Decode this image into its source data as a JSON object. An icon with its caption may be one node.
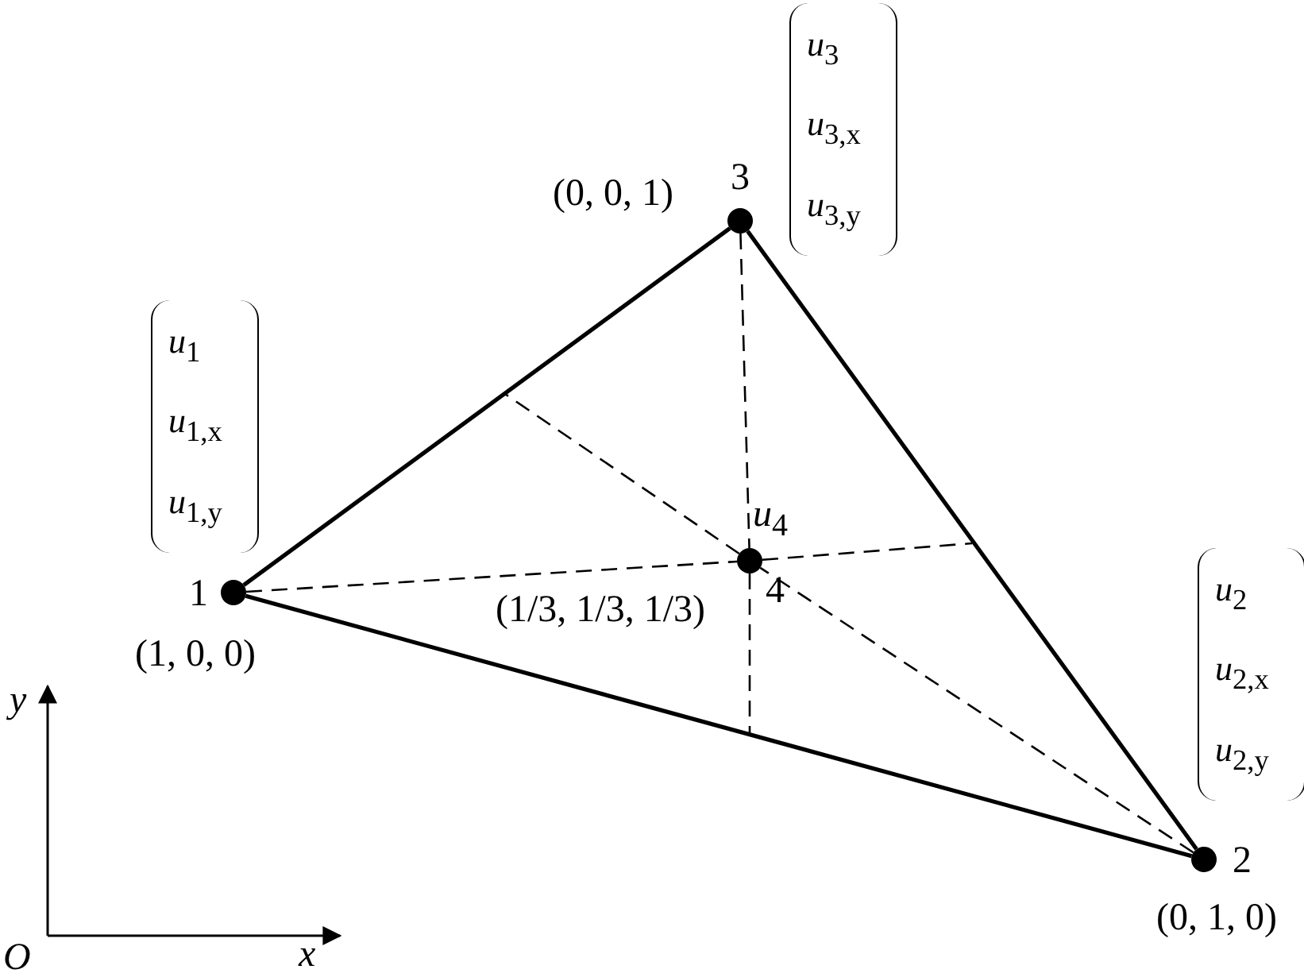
{
  "diagram": {
    "nodes": [
      {
        "text": [
          "1"
        ],
        "beside": [
          "(1, 0, 0)",
          "*u*$_{1}$ *u*$_{1,x}$ *u*$_{1,y}$"
        ]
      },
      {
        "text": [
          "2"
        ],
        "beside": [
          "(0, 1, 0)",
          "*u*$_{2}$ *u*$_{2,x}$ *u*$_{2,y}$"
        ]
      },
      {
        "text": [
          "3"
        ],
        "beside": [
          "(0, 0, 1)",
          "*u*$_{3}$ *u*$_{3,x}$ *u*$_{3,y}$"
        ]
      },
      {
        "text": [
          "4"
        ],
        "beside": [
          "*u*$_{4}$",
          "(1/3, 1/3, 1/3)"
        ]
      }
    ],
    "edges": [
      {
        "from": 0,
        "to": 2,
        "arrow": "none"
      },
      {
        "from": 2,
        "to": 1,
        "arrow": "none"
      },
      {
        "from": 0,
        "to": 1,
        "arrow": "none"
      },
      {
        "from": 0,
        "to": 3,
        "arrow": "none",
        "style": "dashed"
      },
      {
        "from": 3,
        "to": null,
        "arrow": "none",
        "style": "dashed"
      },
      {
        "from": 1,
        "to": 3,
        "arrow": "none",
        "style": "dashed"
      },
      {
        "from": 3,
        "to": null,
        "arrow": "none",
        "style": "dashed"
      },
      {
        "from": 2,
        "to": 3,
        "arrow": "none",
        "style": "dashed"
      },
      {
        "from": 3,
        "to": null,
        "arrow": "none",
        "style": "dashed"
      }
    ],
    "labels": [
      "y",
      "O",
      "x"
    ]
  }
}
